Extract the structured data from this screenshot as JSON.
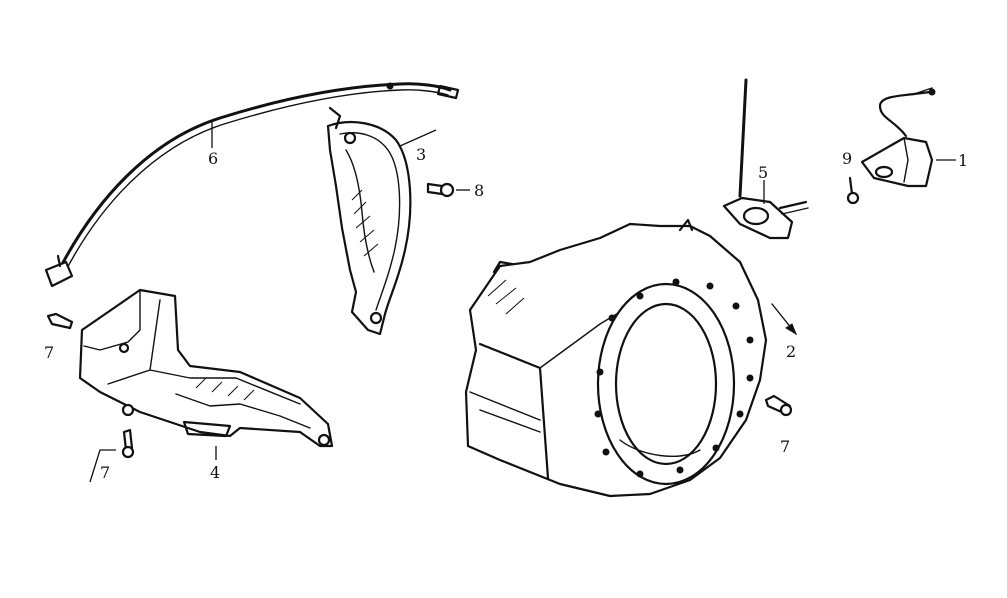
{
  "callouts": {
    "c1": "1",
    "c2": "2",
    "c3": "3",
    "c4": "4",
    "c5": "5",
    "c6": "6",
    "c7a": "7",
    "c7b": "7",
    "c7c": "7",
    "c8": "8",
    "c9": "9"
  }
}
